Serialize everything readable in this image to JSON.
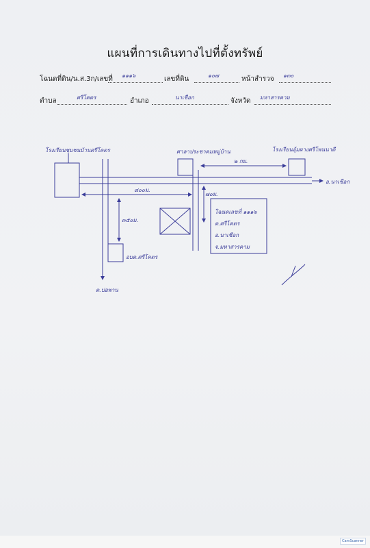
{
  "title": "แผนที่การเดินทางไปที่ตั้งทรัพย์",
  "form": {
    "deed_label": "โฉนดที่ดิน/น.ส.3ก/เลขที่",
    "deed_value": "๑๑๑๖",
    "land_no_label": "เลขที่ดิน",
    "land_no_value": "๑๐๗",
    "page_label": "หน้าสำรวจ",
    "page_value": "๑๓๐",
    "subdistrict_label": "ตำบล",
    "subdistrict_value": "ศรีโคตร",
    "district_label": "อำเภอ",
    "district_value": "นาเชือก",
    "province_label": "จังหวัด",
    "province_value": "มหาสารคาม"
  },
  "map": {
    "school_left": "โรงเรียนชุมชนบ้านศรีโคตร",
    "pavilion": "ศาลาประชาคมหมู่บ้าน",
    "school_right": "โรงเรียนอุ้มผางศรีโพนนาดี",
    "dist_2km": "๒ กม.",
    "dist_800m": "๘๐๐ม.",
    "dist_350m": "๓๕๐ม.",
    "dist_70m": "๗๐ม.",
    "to_nachueak": "อ.นาเชือก",
    "to_ponpan": "ต.ปอพาน",
    "obt": "อบต.ศรีโคตร",
    "info_deed": "โฉนดเลขที่ ๑๑๑๖",
    "info_tambon": "ต.ศรีโคตร",
    "info_amphoe": "อ.นาเชือก",
    "info_province": "จ.มหาสารคาม"
  },
  "footer": {
    "scanner": "CamScanner"
  }
}
